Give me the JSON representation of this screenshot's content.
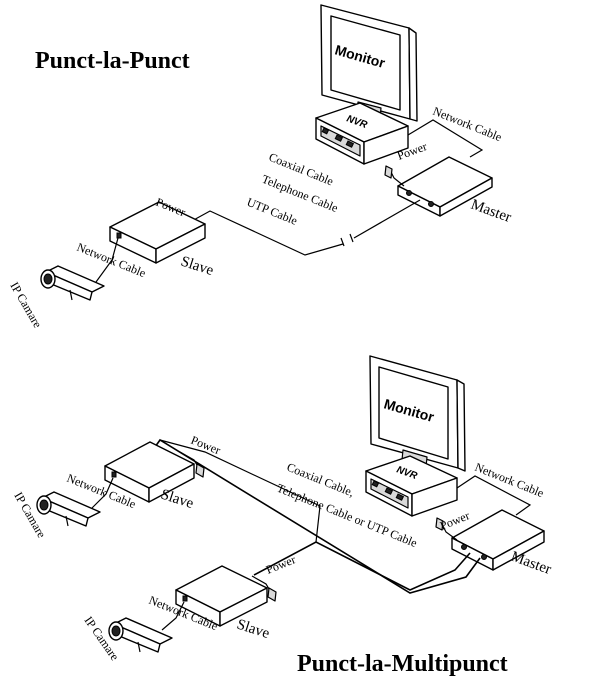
{
  "diagram": {
    "top": {
      "title": "Punct-la-Punct",
      "monitor_label": "Monitor",
      "nvr_label": "NVR",
      "network_cable_label": "Network Cable",
      "power_master_label": "Power",
      "master_label": "Master",
      "cable_label_1": "Coaxial Cable",
      "cable_label_2": "Telephone Cable",
      "cable_label_3": "UTP Cable",
      "power_slave_label": "Power",
      "slave_label": "Slave",
      "slave_network_cable_label": "Network Cable",
      "camera_label": "IP Camare"
    },
    "bottom": {
      "title": "Punct-la-Multipunct",
      "monitor_label": "Monitor",
      "nvr_label": "NVR",
      "network_cable_label": "Network Cable",
      "power_master_label": "Power",
      "master_label": "Master",
      "cable_label_1": "Coaxial Cable,",
      "cable_label_2": "Telephone Cable or UTP Cable",
      "slave1_power_label": "Power",
      "slave1_label": "Slave",
      "slave1_network_cable_label": "Network Cable",
      "camera1_label": "IP Camare",
      "slave2_power_label": "Power",
      "slave2_label": "Slave",
      "slave2_network_cable_label": "Network Cable",
      "camera2_label": "IP Camare"
    }
  }
}
